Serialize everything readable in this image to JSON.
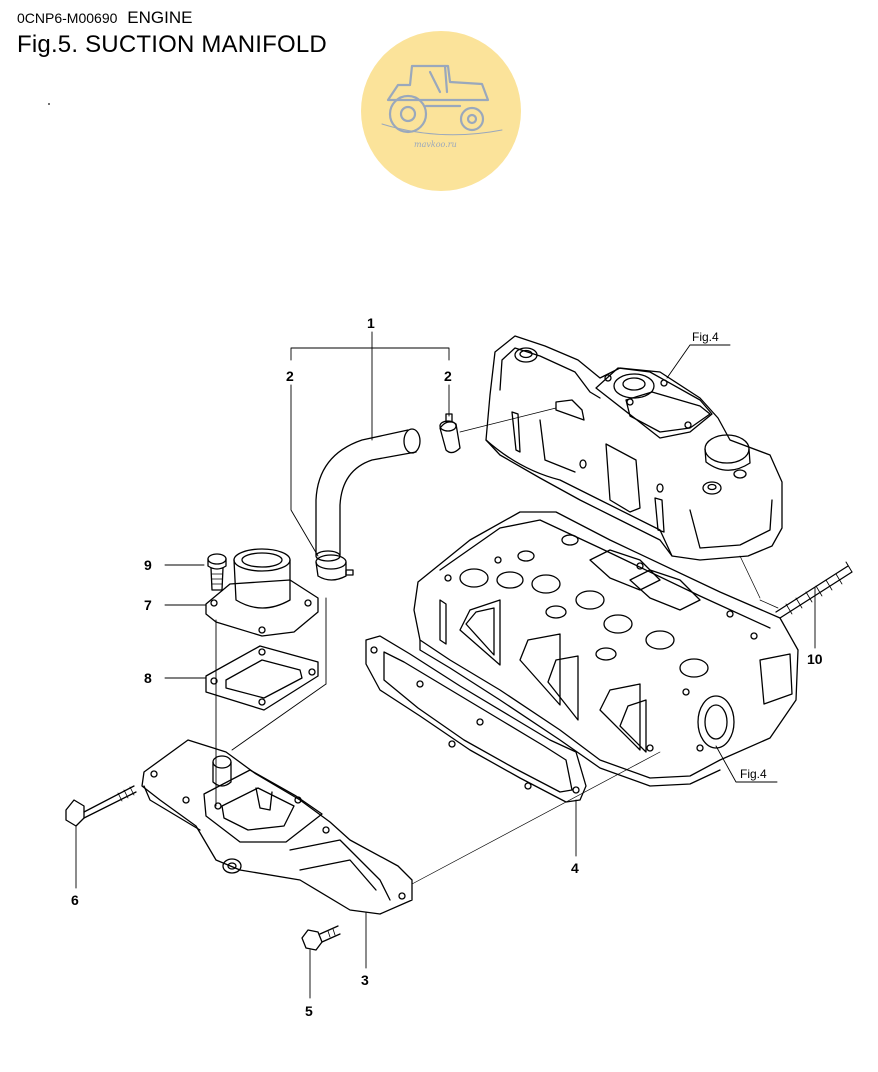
{
  "header": {
    "doc_code": "0CNP6-M00690",
    "category": "ENGINE",
    "figure_title": "Fig.5.  SUCTION MANIFOLD"
  },
  "watermark": {
    "text": "mavkoo.ru",
    "badge_color": "#fbe39a",
    "ink_color": "#9aa8bc"
  },
  "callouts": {
    "part_1": "1",
    "part_2a": "2",
    "part_2b": "2",
    "part_3": "3",
    "part_4": "4",
    "part_5": "5",
    "part_6": "6",
    "part_7": "7",
    "part_8": "8",
    "part_9": "9",
    "part_10": "10"
  },
  "references": {
    "ref_top": "Fig.4",
    "ref_bottom": "Fig.4"
  }
}
